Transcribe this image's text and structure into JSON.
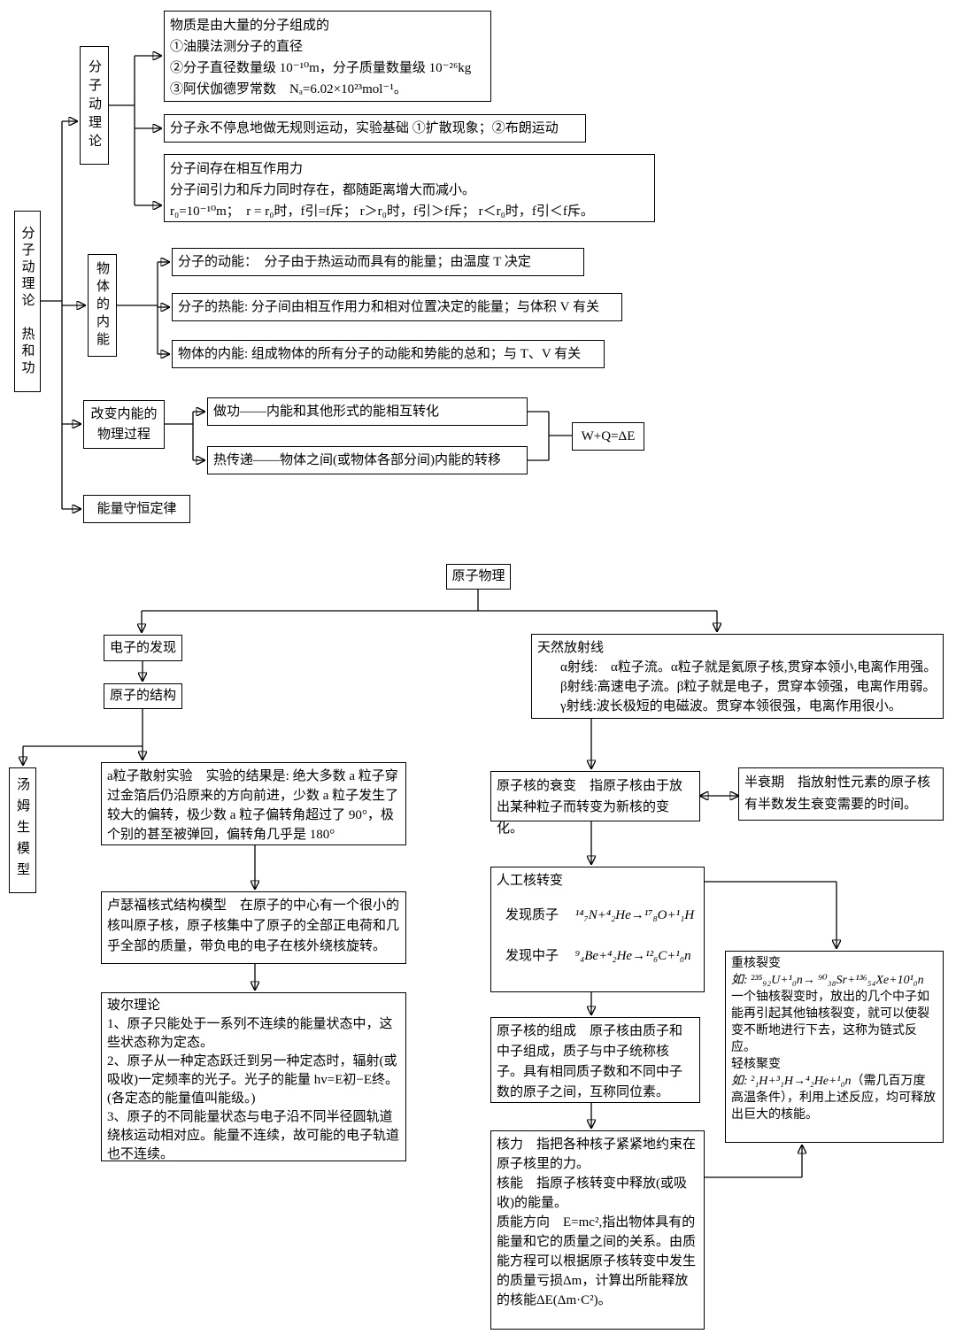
{
  "kinetic": {
    "root": "分子动理论　热和功",
    "molecular": {
      "label": "分子动理论",
      "matter": {
        "l1": "物质是由大量的分子组成的",
        "l2": "①油膜法测分子的直径",
        "l3": "②分子直径数量级 10⁻¹⁰m，分子质量数量级 10⁻²⁶kg",
        "l4": "③阿伏伽德罗常数　Nₐ=6.02×10²³mol⁻¹。"
      },
      "motion": "分子永不停息地做无规则运动，实验基础 ①扩散现象；②布朗运动",
      "force": {
        "l1": "分子间存在相互作用力",
        "l2": "分子间引力和斥力同时存在，都随距离增大而减小。",
        "l3": "r₀=10⁻¹⁰m；　r = r₀时，f引=f斥；  r＞r₀时，f引＞f斥；  r＜r₀时，f引＜f斥。"
      }
    },
    "internal": {
      "label": "物体的内能",
      "kinetic_energy": "分子的动能：　分子由于热运动而具有的能量；由温度 T 决定",
      "thermal_energy": "分子的热能: 分子间由相互作用力和相对位置决定的能量；与体积 V 有关",
      "internal_energy": "物体的内能: 组成物体的所有分子的动能和势能的总和；与 T、V 有关"
    },
    "change": {
      "label_line1": "改变内能的",
      "label_line2": "物理过程",
      "work": "做功——内能和其他形式的能相互转化",
      "heat": "热传递——物体之间(或物体各部分间)内能的转移",
      "equation": "W+Q=ΔE"
    },
    "conservation": "能量守恒定律"
  },
  "atomic": {
    "title": "原子物理",
    "electron": "电子的发现",
    "structure": "原子的结构",
    "thomson": "汤姆生模型",
    "scattering": "a粒子散射实验　实验的结果是: 绝大多数 a 粒子穿过金箔后仍沿原来的方向前进，少数 a 粒子发生了较大的偏转，极少数 a 粒子偏转角超过了 90°，极个别的甚至被弹回，偏转角几乎是 180°",
    "rutherford": "卢瑟福核式结构模型　在原子的中心有一个很小的核叫原子核，原子核集中了原子的全部正电荷和几乎全部的质量，带负电的电子在核外绕核旋转。",
    "bohr": {
      "title": "玻尔理论",
      "p1": "1、原子只能处于一系列不连续的能量状态中，这些状态称为定态。",
      "p2": "2、原子从一种定态跃迁到另一种定态时，辐射(或吸收)一定频率的光子。光子的能量 hv=E初−E终。(各定态的能量值叫能级。)",
      "p3": "3、原子的不同能量状态与电子沿不同半径圆轨道绕核运动相对应。能量不连续，故可能的电子轨道也不连续。"
    },
    "rays": {
      "title": "天然放射线",
      "alpha": "α射线:　α粒子流。α粒子就是氦原子核,贯穿本领小,电离作用强。",
      "beta": "β射线:高速电子流。β粒子就是电子，贯穿本领强，电离作用弱。",
      "gamma": "γ射线:波长极短的电磁波。贯穿本领很强，电离作用很小。"
    },
    "decay": "原子核的衰变　指原子核由于放出某种粒子而转变为新核的变化。",
    "half_life": "半衰期　指放射性元素的原子核有半数发生衰变需要的时间。",
    "transmutation": {
      "title": "人工核转变",
      "proton_label": "发现质子",
      "proton_eq": "¹⁴₇N+⁴₂He→¹⁷₈O+¹₁H",
      "neutron_label": "发现中子",
      "neutron_eq": "⁹₄Be+⁴₂He→¹²₆C+¹₀n"
    },
    "composition": "原子核的组成　原子核由质子和中子组成，质子与中子统称核子。具有相同质子数和不同中子数的原子之间，互称同位素。",
    "nuclear": {
      "force": "核力　指把各种核子紧紧地约束在原子核里的力。",
      "energy": "核能　指原子核转变中释放(或吸收)的能量。",
      "mass_energy": "质能方向　E=mc²,指出物体具有的能量和它的质量之间的关系。由质能方程可以根据原子核转变中发生的质量亏损Δm，计算出所能释放的核能ΔE(Δm·C²)。"
    },
    "fission_fusion": {
      "fission_title": "重核裂变",
      "fission_eq": "如: ²³⁵₉₂U+¹₀n→ ⁹⁰₃₈Sr+¹³⁶₅₄Xe+10¹₀n",
      "fission_text": "一个铀核裂变时，放出的几个中子如能再引起其他铀核裂变，就可以使裂变不断地进行下去，这称为链式反应。",
      "fusion_title": "轻核聚变",
      "fusion_eq": "如: ²₁H+³₁H→⁴₂He+¹₀n",
      "fusion_text": "（需几百万度高温条件），利用上述反应，均可释放出巨大的核能。"
    }
  }
}
